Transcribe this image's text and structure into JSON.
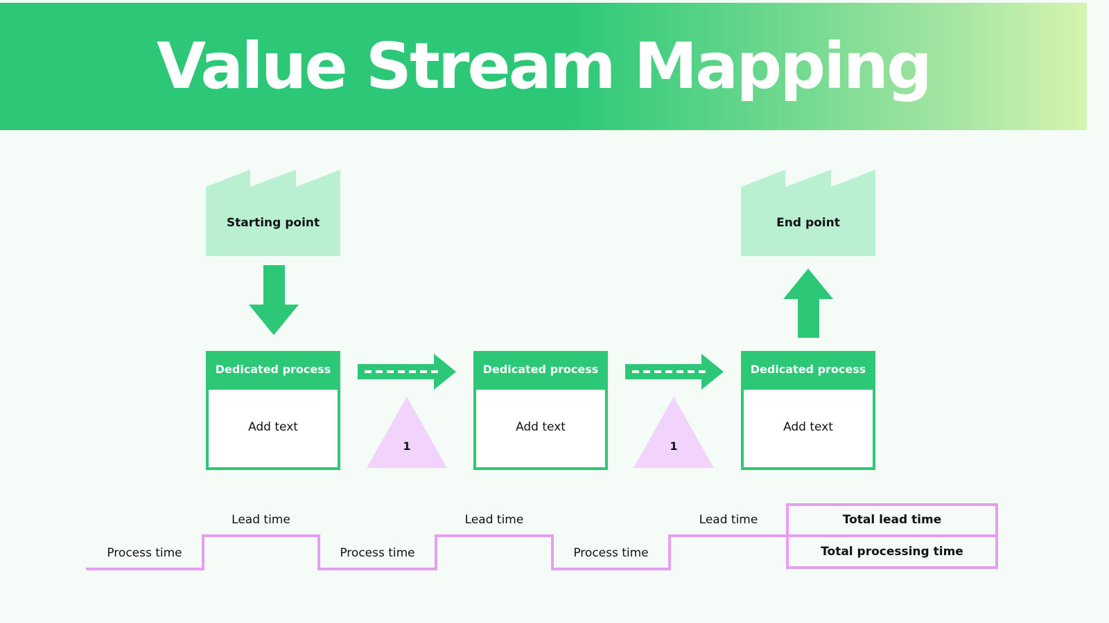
{
  "title": "Value Stream Mapping",
  "colors": {
    "green": "#2cc878",
    "light_green": "#b9f0d2",
    "lavender": "#f1d3fb",
    "pink_line": "#e59ef0",
    "white": "#ffffff"
  },
  "start_factory": {
    "label": "Starting point",
    "icon": "factory-icon"
  },
  "end_factory": {
    "label": "End point",
    "icon": "factory-icon"
  },
  "processes": [
    {
      "title": "Dedicated process",
      "body": "Add text"
    },
    {
      "title": "Dedicated process",
      "body": "Add text"
    },
    {
      "title": "Dedicated process",
      "body": "Add text"
    }
  ],
  "inventory": [
    {
      "label": "1",
      "icon": "inventory-triangle-icon"
    },
    {
      "label": "1",
      "icon": "inventory-triangle-icon"
    }
  ],
  "timeline": {
    "process_times": [
      "Process time",
      "Process time",
      "Process time"
    ],
    "lead_times": [
      "Lead time",
      "Lead time",
      "Lead time"
    ]
  },
  "totals": {
    "lead": "Total lead time",
    "processing": "Total processing time"
  }
}
